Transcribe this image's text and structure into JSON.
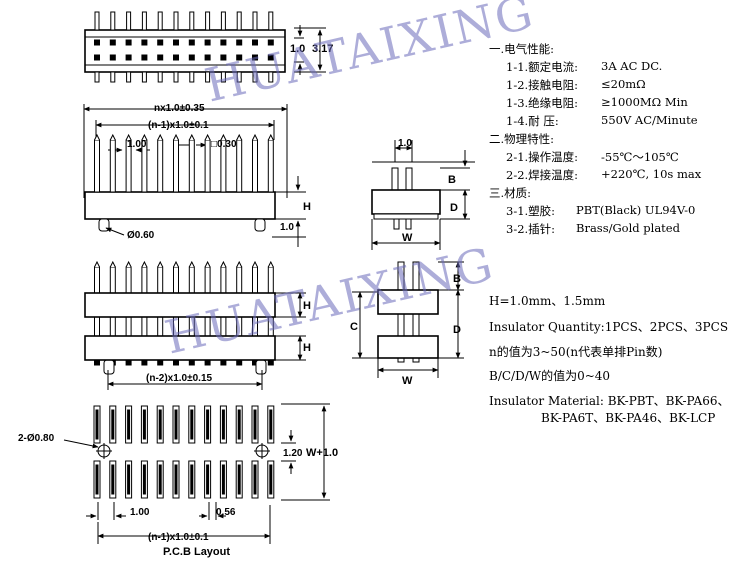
{
  "watermark": "HUATAIXING",
  "dimensions": {
    "top_pitch": "1.0",
    "top_height": "3.17",
    "overall_length": "nx1.0±0.35",
    "pin_span": "(n-1)x1.0±0.1",
    "pitch": "1.00",
    "pin_square": "□0.30",
    "housing_h": "H",
    "tail_len": "1.0",
    "pin_dia": "Ø0.60",
    "side_pitch": "1.0",
    "b": "B",
    "d": "D",
    "w": "W",
    "c": "C",
    "span_n2": "(n-2)x1.0±0.15",
    "pcb_holes": "2-Ø0.80",
    "pcb_pitch": "1.00",
    "pcb_pad": "0.56",
    "pcb_row_gap": "1.20",
    "pcb_w": "W+1.0",
    "pcb_span": "(n-1)x1.0±0.1",
    "pcb_title": "P.C.B Layout"
  },
  "specs": {
    "electrical_title": "一.电气性能:",
    "e1_label": "1-1.额定电流:",
    "e1_value": "3A AC DC.",
    "e2_label": "1-2.接触电阻:",
    "e2_value": "≤20mΩ",
    "e3_label": "1-3.绝缘电阻:",
    "e3_value": "≥1000MΩ Min",
    "e4_label": "1-4.耐   压:",
    "e4_value": "550V AC/Minute",
    "physical_title": "二.物理特性:",
    "p1_label": "2-1.操作温度:",
    "p1_value": "-55℃～105℃",
    "p2_label": "2-2.焊接温度:",
    "p2_value": "+220℃, 10s max",
    "material_title": "三.材质:",
    "m1_label": "3-1.塑胶:",
    "m1_value": "PBT(Black) UL94V-0",
    "m2_label": "3-2.插针:",
    "m2_value": "Brass/Gold plated"
  },
  "notes": {
    "h": "H=1.0mm、1.5mm",
    "qty": "Insulator Quantity:1PCS、2PCS、3PCS",
    "n": "n的值为3~50(n代表单排Pin数)",
    "bcdw": "B/C/D/W的值为0~40",
    "mat1": "Insulator Material: BK-PBT、BK-PA66、",
    "mat2": "BK-PA6T、BK-PA46、BK-LCP"
  }
}
